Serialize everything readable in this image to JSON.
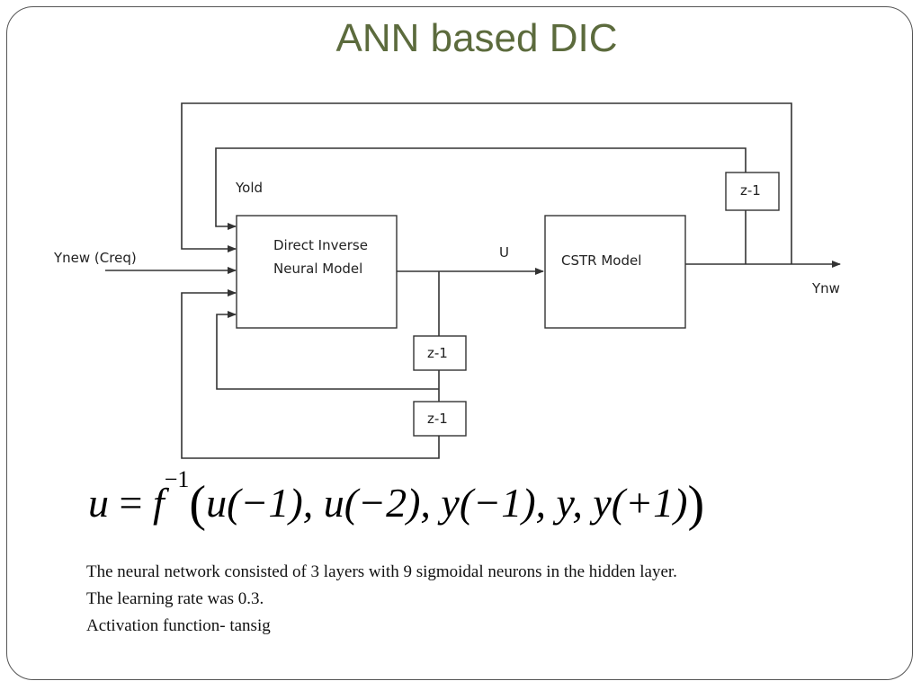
{
  "slide": {
    "title": "ANN based DIC"
  },
  "diagram": {
    "input_label": "Ynew (Creq)",
    "yold_label": "Yold",
    "neural_block_line1": "Direct Inverse",
    "neural_block_line2": "Neural Model",
    "u_label": "U",
    "cstr_block": "CSTR Model",
    "output_label": "Ynw",
    "delay_top": "z-1",
    "delay_mid": "z-1",
    "delay_low": "z-1"
  },
  "equation": {
    "lhs": "u",
    "equals": " = ",
    "func": "f",
    "exponent": "−1",
    "open": "(",
    "args": "u(−1), u(−2), y(−1), y, y(+1)",
    "close": ")"
  },
  "notes": [
    "The neural network consisted of 3 layers with 9 sigmoidal neurons in the hidden layer.",
    "The learning rate was 0.3.",
    "Activation function- tansig"
  ]
}
